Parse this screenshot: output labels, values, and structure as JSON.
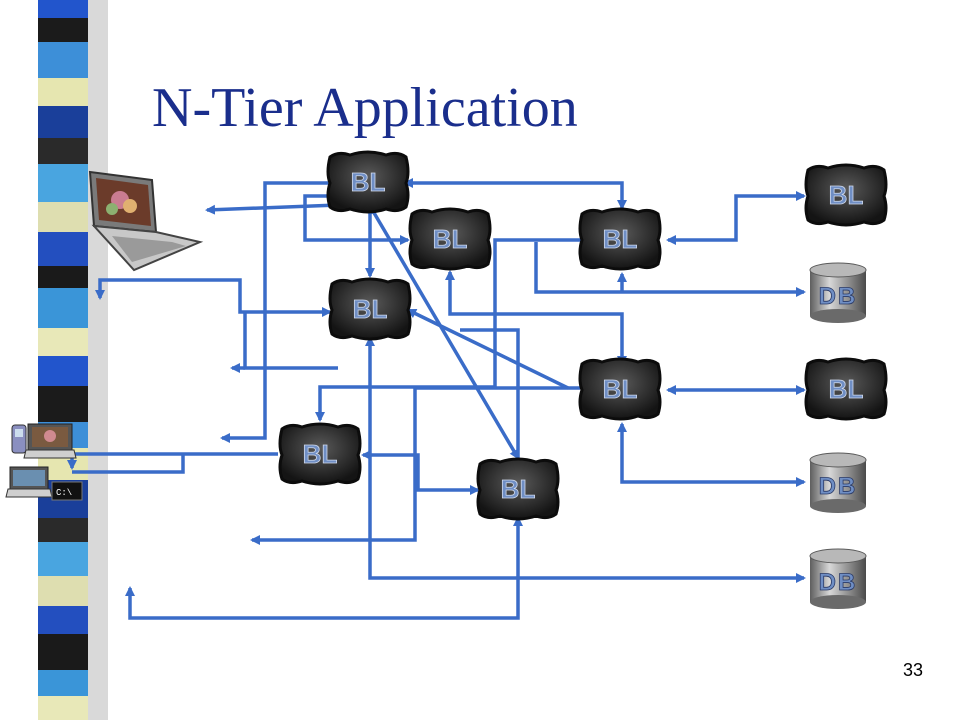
{
  "slide": {
    "title": "N-Tier Application",
    "page_number": "33"
  },
  "colors": {
    "arrow": "#3a6cc8",
    "title": "#1a2e8c",
    "bl_face": "#2b2b2b",
    "db_metal": "#9a9a9a",
    "label_blue": "#6f8ec4"
  },
  "nodes": {
    "bl_label": "BL",
    "db_label": "DB"
  },
  "stripe_colors": [
    "#2255cc",
    "#1b1b1b",
    "#3d8fd8",
    "#e6e6b0",
    "#1a3f9a",
    "#2a2a2a",
    "#49a5e0",
    "#dedeb0",
    "#234fbf",
    "#1a1a1a",
    "#3a95d8",
    "#e8e8b8"
  ],
  "icons": [
    "laptop-icon",
    "phone-icon",
    "small-laptop-icon",
    "terminal-icon"
  ]
}
